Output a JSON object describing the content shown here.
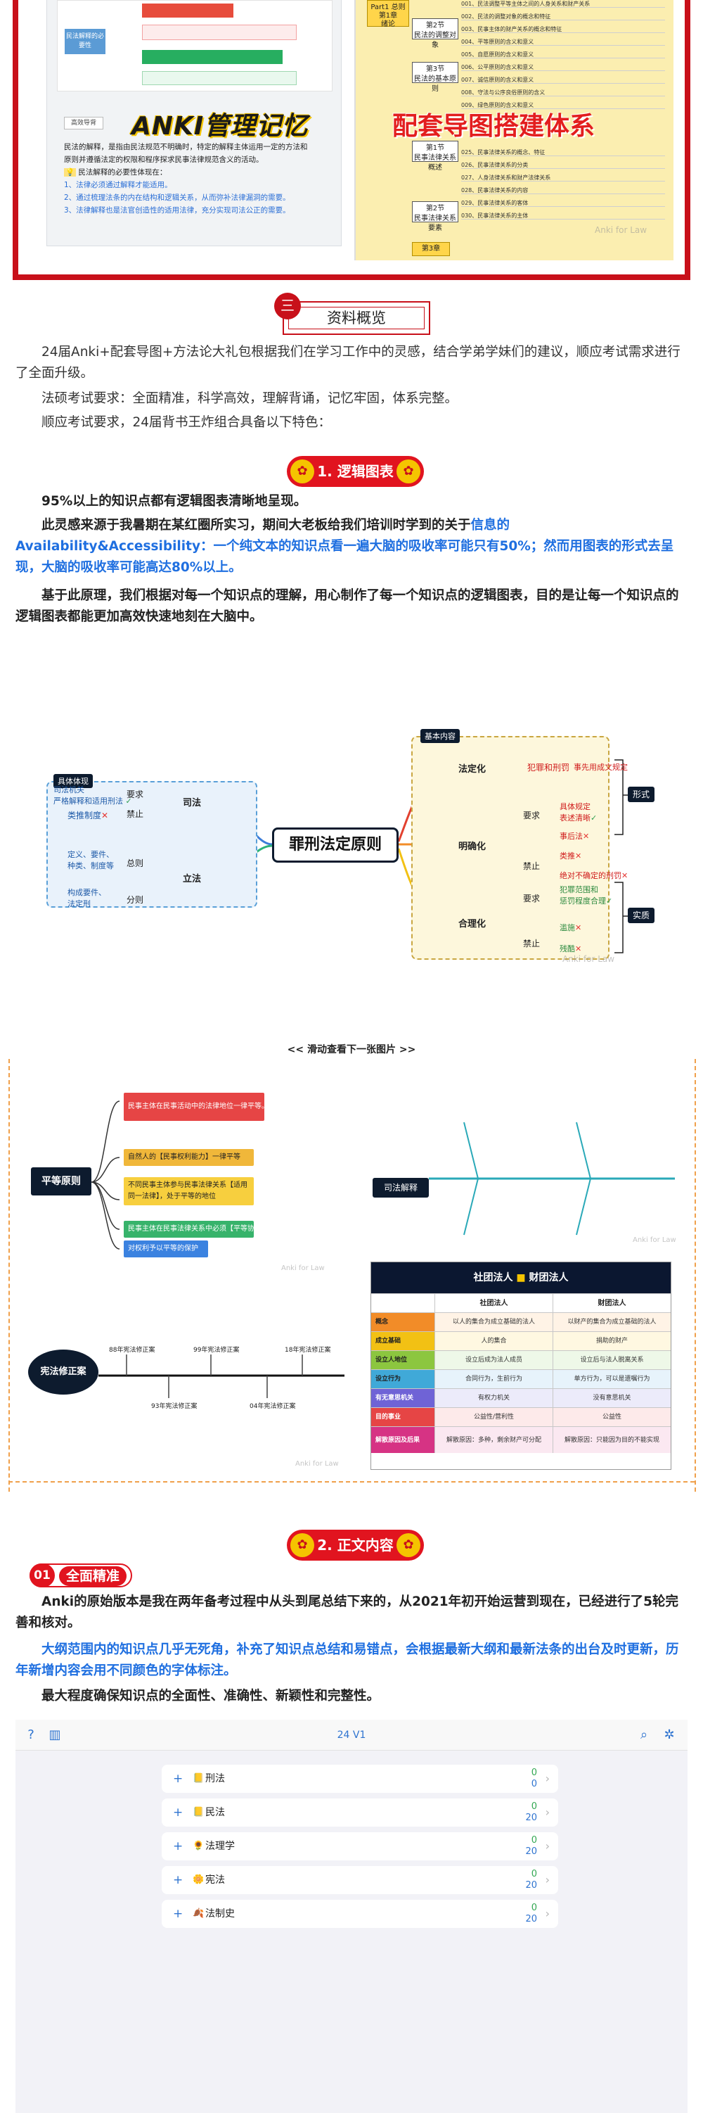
{
  "hero": {
    "left_tag": "民法解释的必要性",
    "anki_title": "ANKI管理记忆",
    "mini_button": "高效导背",
    "para_lines": [
      "民法的解释，是指由民法规范不明确时，特定的解释主体运用一定的方法和",
      "原则并遵循法定的权限和程序探求民事法律规范含义的活动。"
    ],
    "necessity_title": "民法解释的必要性体现在：",
    "necessity_items": [
      "1、法律必须通过解释才能适用。",
      "2、通过梳理法条的内在结构和逻辑关系，从而弥补法律漏洞的需要。",
      "3、法律解释也是法官创造性的适用法律，充分实现司法公正的需要。"
    ],
    "right_top_box": "Part1 总则\n第1章\n绪论",
    "right_nodes": [
      "第2节\n民法的调整对象",
      "第3节\n民法的基本原则",
      "第1节\n民事法律关系概述",
      "第2节\n民事法律关系要素"
    ],
    "right_lines": [
      "001、民法调整平等主体之间的人身关系和财产关系",
      "002、民法的调整对象的概念和特征",
      "003、民事主体的财产关系的概念和特征",
      "004、平等原则的含义和意义",
      "005、自愿原则的含义和意义",
      "006、公平原则的含义和意义",
      "007、诚信原则的含义和意义",
      "008、守法与公序良俗原则的含义",
      "009、绿色原则的含义和意义",
      "025、民事法律关系的概念、特征",
      "026、民事法律关系的分类",
      "027、人身法律关系和财产法律关系",
      "028、民事法律关系的内容",
      "029、民事法律关系的客体",
      "030、民事法律关系的主体"
    ],
    "peitao_title": "配套导图搭建体系",
    "right_bottom_box": "第3章",
    "watermark": "Anki for Law"
  },
  "overview": {
    "badge": "三",
    "title": "资料概览",
    "p1": "24届Anki+配套导图+方法论大礼包根据我们在学习工作中的灵感，结合学弟学妹们的建议，顺应考试需求进行了全面升级。",
    "p2": "法硕考试要求：全面精准，科学高效，理解背诵，记忆牢固，体系完整。",
    "p3": "顺应考试要求，24届背书王炸组合具备以下特色："
  },
  "section1": {
    "pill": "1. 逻辑图表",
    "p1": "95%以上的知识点都有逻辑图表清晰地呈现。",
    "p2_plain": "此灵感来源于我暑期在某红圈所实习，期间大老板给我们培训时学到的关于",
    "p2_blue": "信息的Availability&Accessibility：一个纯文本的知识点看一遍大脑的吸收率可能只有50%；然而用图表的形式去呈现，大脑的吸收率可能高达80%以上。",
    "p3": "基于此原理，我们根据对每一个知识点的理解，用心制作了每一个知识点的逻辑图表，目的是让每一个知识点的逻辑图表都能更加高效快速地刻在大脑中。"
  },
  "mindmap": {
    "center": "罪刑法定原则",
    "left_tag": "具体体现",
    "right_tag": "基本内容",
    "left_items": {
      "sifa": "司法",
      "lifa": "立法",
      "yaoqiu": "要求",
      "jinzhi": "禁止",
      "zongze": "总则",
      "fenze": "分则",
      "a": "司法机关\n严格解释和适用刑法",
      "b": "类推制度",
      "c": "定义、要件、\n种类、制度等",
      "d": "构成要件、\n法定刑"
    },
    "right_items": {
      "fadinghua": "法定化",
      "fadinghua_a": "犯罪和刑罚",
      "fadinghua_b": "事先用成文规定",
      "mingquehua": "明确化",
      "mq_yaoqiu": "要求",
      "mq_jinzhi": "禁止",
      "mq_a": "具体规定\n表述清晰",
      "mq_b": "事后法",
      "mq_c": "类推",
      "mq_d": "绝对不确定的刑罚",
      "helihua": "合理化",
      "hl_yaoqiu": "要求",
      "hl_jinzhi": "禁止",
      "hl_a": "犯罪范围和\n惩罚程度合理",
      "hl_b": "滥施",
      "hl_c": "残酷"
    },
    "side_tags": [
      "形式",
      "实质"
    ]
  },
  "swipe_text": "<<  滑动查看下一张图片  >>",
  "collage": {
    "pingdeng": "平等原则",
    "sifa_jieshi": "司法解释",
    "xianfa": "宪法修正案",
    "red_box": "民事主体在民事活动中的法律地位一律平等。",
    "boxes": [
      "自然人的【民事权利能力】一律平等",
      "不同民事主体参与民事法律关系【适用同一法律】，处于平等的地位",
      "民事主体在民事法律关系中必须【平等协商】",
      "对权利予以平等的保护"
    ],
    "years": [
      "88年宪法修正案",
      "99年宪法修正案",
      "18年宪法修正案",
      "93年宪法修正案",
      "04年宪法修正案"
    ],
    "table_title": "社团法人",
    "table_title2": "财团法人",
    "table_rows": [
      [
        "",
        "社团法人",
        "财团法人"
      ],
      [
        "概念",
        "以人的集合为成立基础的法人",
        "以财产的集合为成立基础的法人"
      ],
      [
        "成立基础",
        "人的集合",
        "捐助的财产"
      ],
      [
        "设立人地位",
        "设立后成为法人成员",
        "设立后与法人脱离关系"
      ],
      [
        "设立行为",
        "合同行为，生前行为",
        "单方行为，可以是遗嘱行为"
      ],
      [
        "有无意思机关",
        "有权力机关",
        "没有意思机关"
      ],
      [
        "目的事业",
        "公益性/营利性",
        "公益性"
      ],
      [
        "解散原因及后果",
        "解散原因：多种，剩余财产可分配",
        "解散原因：只能因为目的不能实现"
      ]
    ]
  },
  "section2": {
    "pill": "2. 正文内容",
    "sub_num": "01",
    "sub_label": "全面精准",
    "p1": "Anki的原始版本是我在两年备考过程中从头到尾总结下来的，从2021年初开始运营到现在，已经进行了5轮完善和核对。",
    "p2": "大纲范围内的知识点几乎无死角，补充了知识点总结和易错点，会根据最新大纲和最新法条的出台及时更新，历年新增内容会用不同颜色的字体标注。",
    "p3": "最大程度确保知识点的全面性、准确性、新颖性和完整性。"
  },
  "app": {
    "title": "24 V1",
    "help_icon": "?",
    "stats_icon": "▥",
    "search_icon": "⌕",
    "gear_icon": "✲",
    "decks": [
      {
        "emoji": "📒",
        "name": "刑法",
        "n1": "0",
        "n2": "0"
      },
      {
        "emoji": "📒",
        "name": "民法",
        "n1": "0",
        "n2": "20"
      },
      {
        "emoji": "🌻",
        "name": "法理学",
        "n1": "0",
        "n2": "20"
      },
      {
        "emoji": "🌼",
        "name": "宪法",
        "n1": "0",
        "n2": "20"
      },
      {
        "emoji": "🍂",
        "name": "法制史",
        "n1": "0",
        "n2": "20"
      }
    ],
    "plus": "+",
    "chevron": "›"
  },
  "colors": {
    "brand_red": "#e1141f",
    "dark_navy": "#0d1b2e",
    "blue_text": "#1f6fe0",
    "ios_blue": "#2f74d0",
    "green": "#34a853"
  }
}
